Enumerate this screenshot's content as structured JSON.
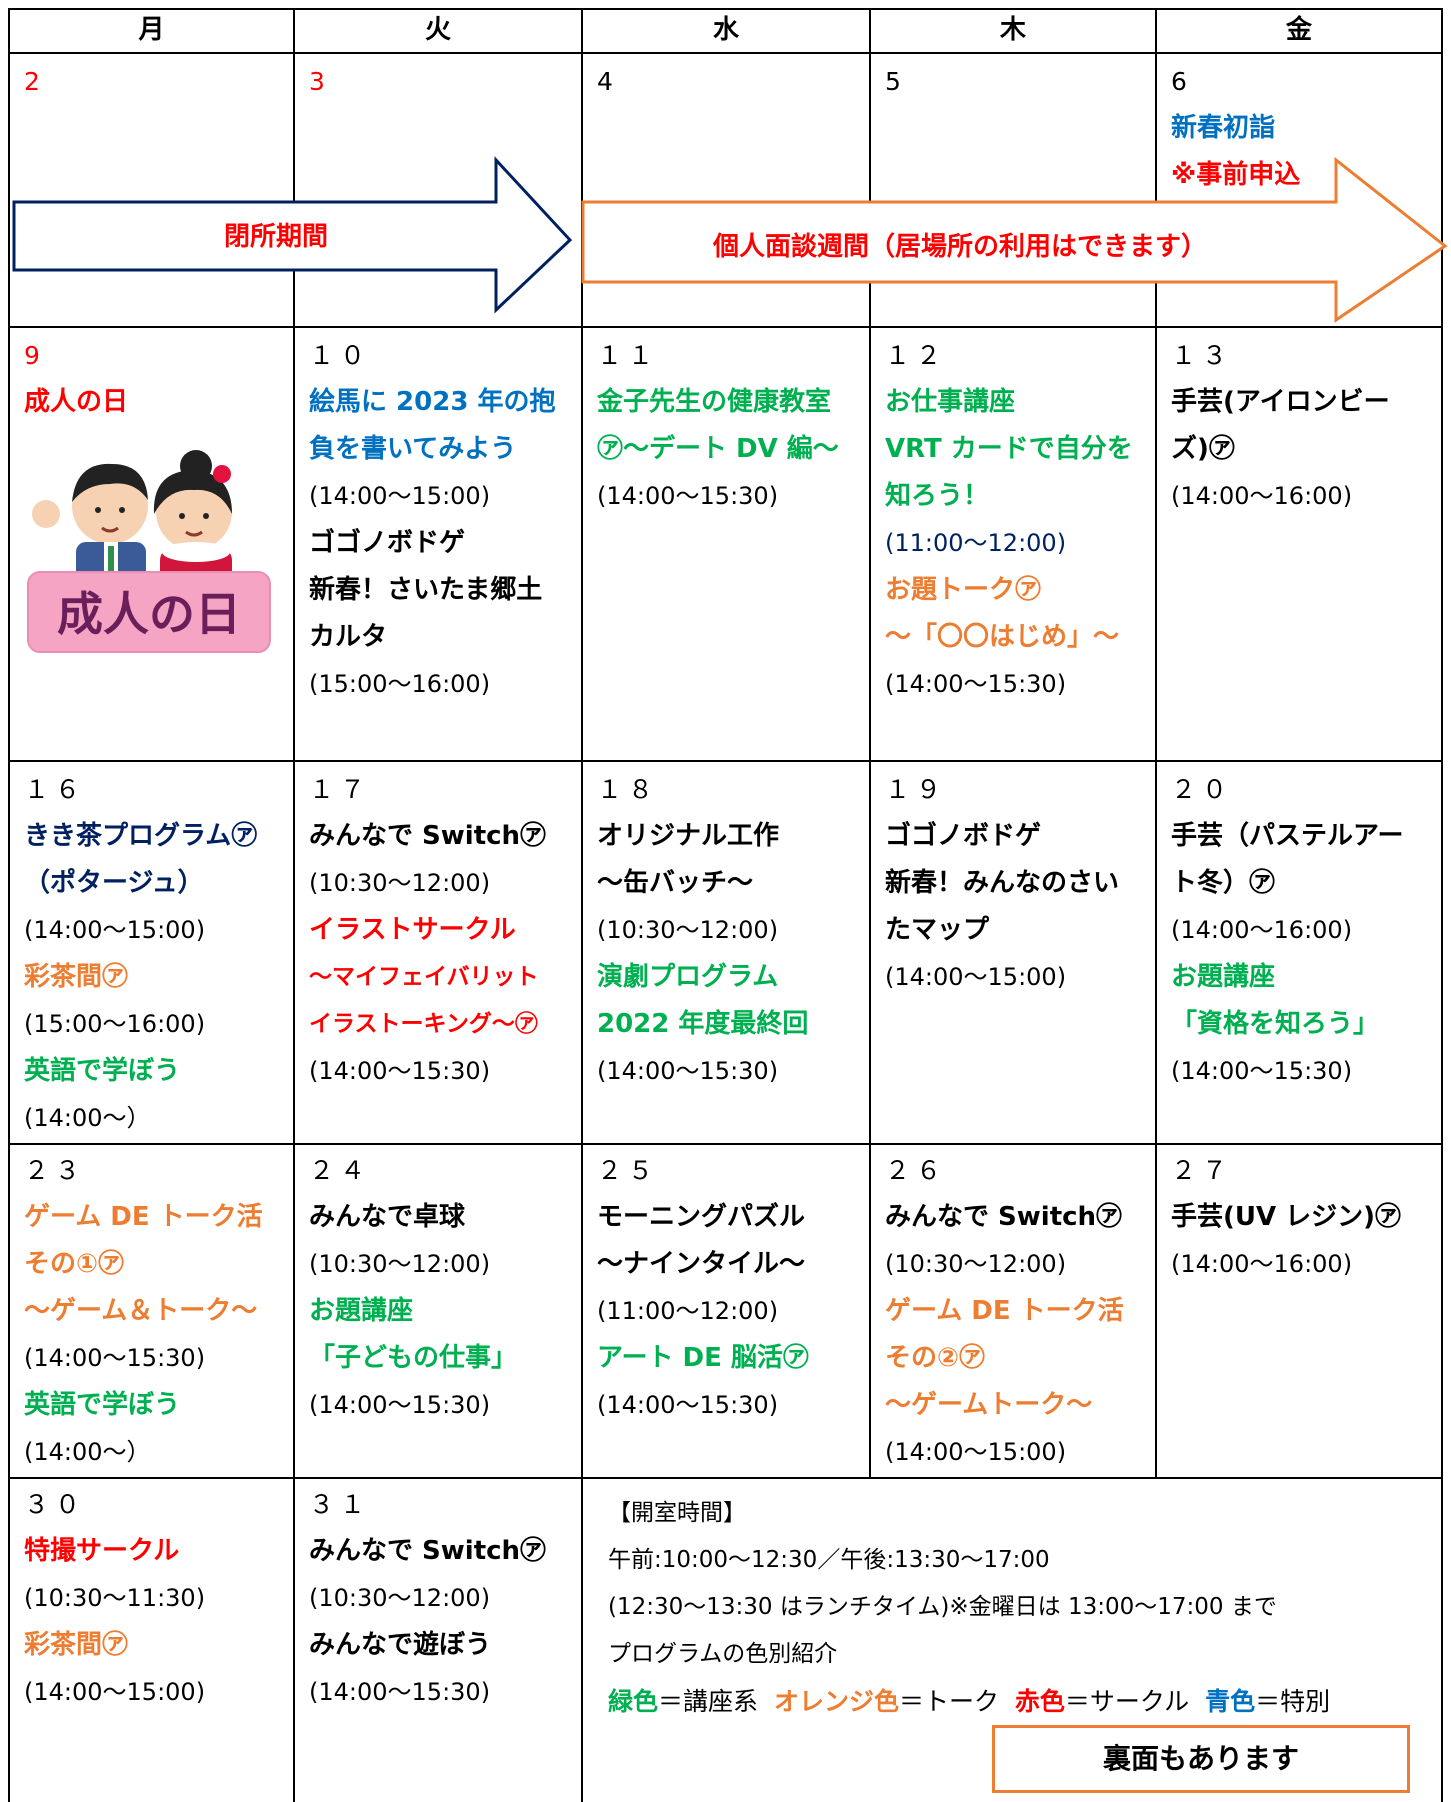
{
  "headers": [
    "月",
    "火",
    "水",
    "木",
    "金"
  ],
  "week1": {
    "days": [
      "2",
      "3",
      "4",
      "5",
      "6"
    ],
    "fri_event": "新春初詣",
    "fri_note": "※事前申込",
    "arrow_closed": "閉所期間",
    "arrow_interview": "個人面談週間（居場所の利用はできます）"
  },
  "week2": {
    "mon": {
      "day": "9",
      "title": "成人の日",
      "sign": "成人の日"
    },
    "tue": {
      "day": "１０",
      "l1": "絵馬に 2023 年の抱",
      "l2": "負を書いてみよう",
      "t1": "(14:00〜15:00)",
      "l3": "ゴゴノボドゲ",
      "l4": "新春！さいたま郷土",
      "l5": "カルタ",
      "t2": "(15:00〜16:00)"
    },
    "wed": {
      "day": "１１",
      "l1": "金子先生の健康教室",
      "l2": "㋐〜デート DV 編〜",
      "t1": "(14:00〜15:30)"
    },
    "thu": {
      "day": "１２",
      "l1": "お仕事講座",
      "l2": "VRT カードで自分を",
      "l3": "知ろう！",
      "t1": "(11:00〜12:00)",
      "l4": "お題トーク㋐",
      "l5": "〜「〇〇はじめ」〜",
      "t2": "(14:00〜15:30)"
    },
    "fri": {
      "day": "１３",
      "l1": "手芸(アイロンビー",
      "l2": "ズ)㋐",
      "t1": "(14:00〜16:00)"
    }
  },
  "week3": {
    "mon": {
      "day": "１６",
      "l1": "きき茶プログラム㋐",
      "l2": "（ポタージュ）",
      "t1": "(14:00〜15:00)",
      "l3": "彩茶間㋐",
      "t2": "(15:00〜16:00)",
      "l4": "英語で学ぼう",
      "t3": "(14:00〜）"
    },
    "tue": {
      "day": "１７",
      "l1": "みんなで Switch㋐",
      "t1": "(10:30〜12:00)",
      "l2": "イラストサークル",
      "l3": "〜マイフェイバリット",
      "l4": "イラストーキング〜㋐",
      "t2": "(14:00〜15:30)"
    },
    "wed": {
      "day": "１８",
      "l1": "オリジナル工作",
      "l2": "〜缶バッチ〜",
      "t1": "(10:30〜12:00)",
      "l3": "演劇プログラム",
      "l4": "2022 年度最終回",
      "t2": "(14:00〜15:30)"
    },
    "thu": {
      "day": "１９",
      "l1": "ゴゴノボドゲ",
      "l2": "新春！みんなのさい",
      "l3": "たマップ",
      "t1": "(14:00〜15:00)"
    },
    "fri": {
      "day": "２０",
      "l1": "手芸（パステルアー",
      "l2": "ト冬）㋐",
      "t1": "(14:00〜16:00)",
      "l3": "お題講座",
      "l4": "「資格を知ろう」",
      "t2": "(14:00〜15:30)"
    }
  },
  "week4": {
    "mon": {
      "day": "２３",
      "l1": "ゲーム DE トーク活",
      "l2": "その①㋐",
      "l3": "〜ゲーム＆トーク〜",
      "t1": "(14:00〜15:30)",
      "l4": "英語で学ぼう",
      "t2": "(14:00〜）"
    },
    "tue": {
      "day": "２４",
      "l1": "みんなで卓球",
      "t1": "(10:30〜12:00)",
      "l2": "お題講座",
      "l3": "「子どもの仕事」",
      "t2": "(14:00〜15:30)"
    },
    "wed": {
      "day": "２５",
      "l1": "モーニングパズル",
      "l2": "〜ナインタイル〜",
      "t1": "(11:00〜12:00)",
      "l3": "アート DE 脳活㋐",
      "t2": "(14:00〜15:30)"
    },
    "thu": {
      "day": "２６",
      "l1": "みんなで Switch㋐",
      "t1": "(10:30〜12:00)",
      "l2": "ゲーム DE トーク活",
      "l3": "その②㋐",
      "l4": "〜ゲームトーク〜",
      "t2": "(14:00〜15:00)"
    },
    "fri": {
      "day": "２７",
      "l1": "手芸(UV レジン)㋐",
      "t1": "(14:00〜16:00)"
    }
  },
  "week5": {
    "mon": {
      "day": "３０",
      "l1": "特撮サークル",
      "t1": "(10:30〜11:30)",
      "l2": "彩茶間㋐",
      "t2": "(14:00〜15:00)"
    },
    "tue": {
      "day": "３１",
      "l1": "みんなで Switch㋐",
      "t1": "(10:30〜12:00)",
      "l2": "みんなで遊ぼう",
      "t2": "(14:00〜15:30)"
    }
  },
  "notes": {
    "heading": "【開室時間】",
    "hours": "午前:10:00〜12:30／午後:13:30〜17:00",
    "lunch": "(12:30〜13:30 はランチタイム)※金曜日は 13:00〜17:00 まで",
    "color_intro": "プログラムの色別紹介",
    "legend": {
      "green": "緑色",
      "green_eq": "＝講座系",
      "orange": "オレンジ色",
      "orange_eq": "＝トーク",
      "red": "赤色",
      "red_eq": "＝サークル",
      "blue": "青色",
      "blue_eq": "＝特別"
    },
    "back": "裏面もあります"
  },
  "colors": {
    "green": "#00b050",
    "orange": "#ed7d31",
    "red": "#ff0000",
    "blue": "#0070c0",
    "navy": "#002060",
    "arrow_closed": "#002060",
    "arrow_interview": "#ed7d31"
  }
}
